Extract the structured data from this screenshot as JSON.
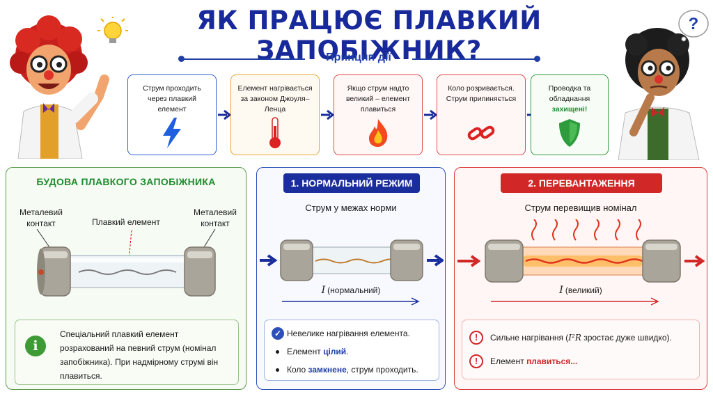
{
  "title": "ЯК ПРАЦЮЄ ПЛАВКИЙ ЗАПОБІЖНИК?",
  "subtitle": "Принцип дії",
  "steps": [
    {
      "text": "Струм проходить через плавкий елемент",
      "icon": "lightning-icon"
    },
    {
      "text": "Елемент нагрівається за законом Джоуля–Ленца",
      "icon": "thermometer-icon"
    },
    {
      "text": "Якщо струм надто великий – елемент плавиться",
      "icon": "flame-icon"
    },
    {
      "text": "Коло розривається. Струм припиняється",
      "icon": "broken-link-icon"
    },
    {
      "text_before": "Проводка та обладнання",
      "text_highlight": "захищені!",
      "icon": "shield-icon"
    }
  ],
  "structure": {
    "title": "БУДОВА ПЛАВКОГО ЗАПОБІЖНИКА",
    "label_left": "Металевий контакт",
    "label_center": "Плавкий елемент",
    "label_right": "Металевий контакт",
    "info": "Спеціальний плавкий елемент розрахований на певний струм (номінал запобіжника). При надмірному струмі він плавиться."
  },
  "normal": {
    "badge": "1. НОРМАЛЬНИЙ РЕЖИМ",
    "caption": "Струм у межах норми",
    "current_symbol": "I",
    "current_label": "(нормальний)",
    "item1": "Невелике нагрівання елемента.",
    "item2_before": "Елемент ",
    "item2_em": "цілий",
    "item2_after": ".",
    "item3_before": "Коло ",
    "item3_em": "замкнене",
    "item3_after": ", струм проходить."
  },
  "overload": {
    "badge": "2. ПЕРЕВАНТАЖЕННЯ",
    "caption": "Струм перевищив номінал",
    "current_symbol": "I",
    "current_label": "(великий)",
    "item1_before": "Сильне нагрівання (",
    "item1_formula": "I²R",
    "item1_after": " зростає дуже швидко).",
    "item2_before": "Елемент ",
    "item2_em": "плавиться..."
  },
  "colors": {
    "title": "#17299b",
    "green": "#1e8c2e",
    "blue": "#1a2d9c",
    "red": "#d12727"
  }
}
